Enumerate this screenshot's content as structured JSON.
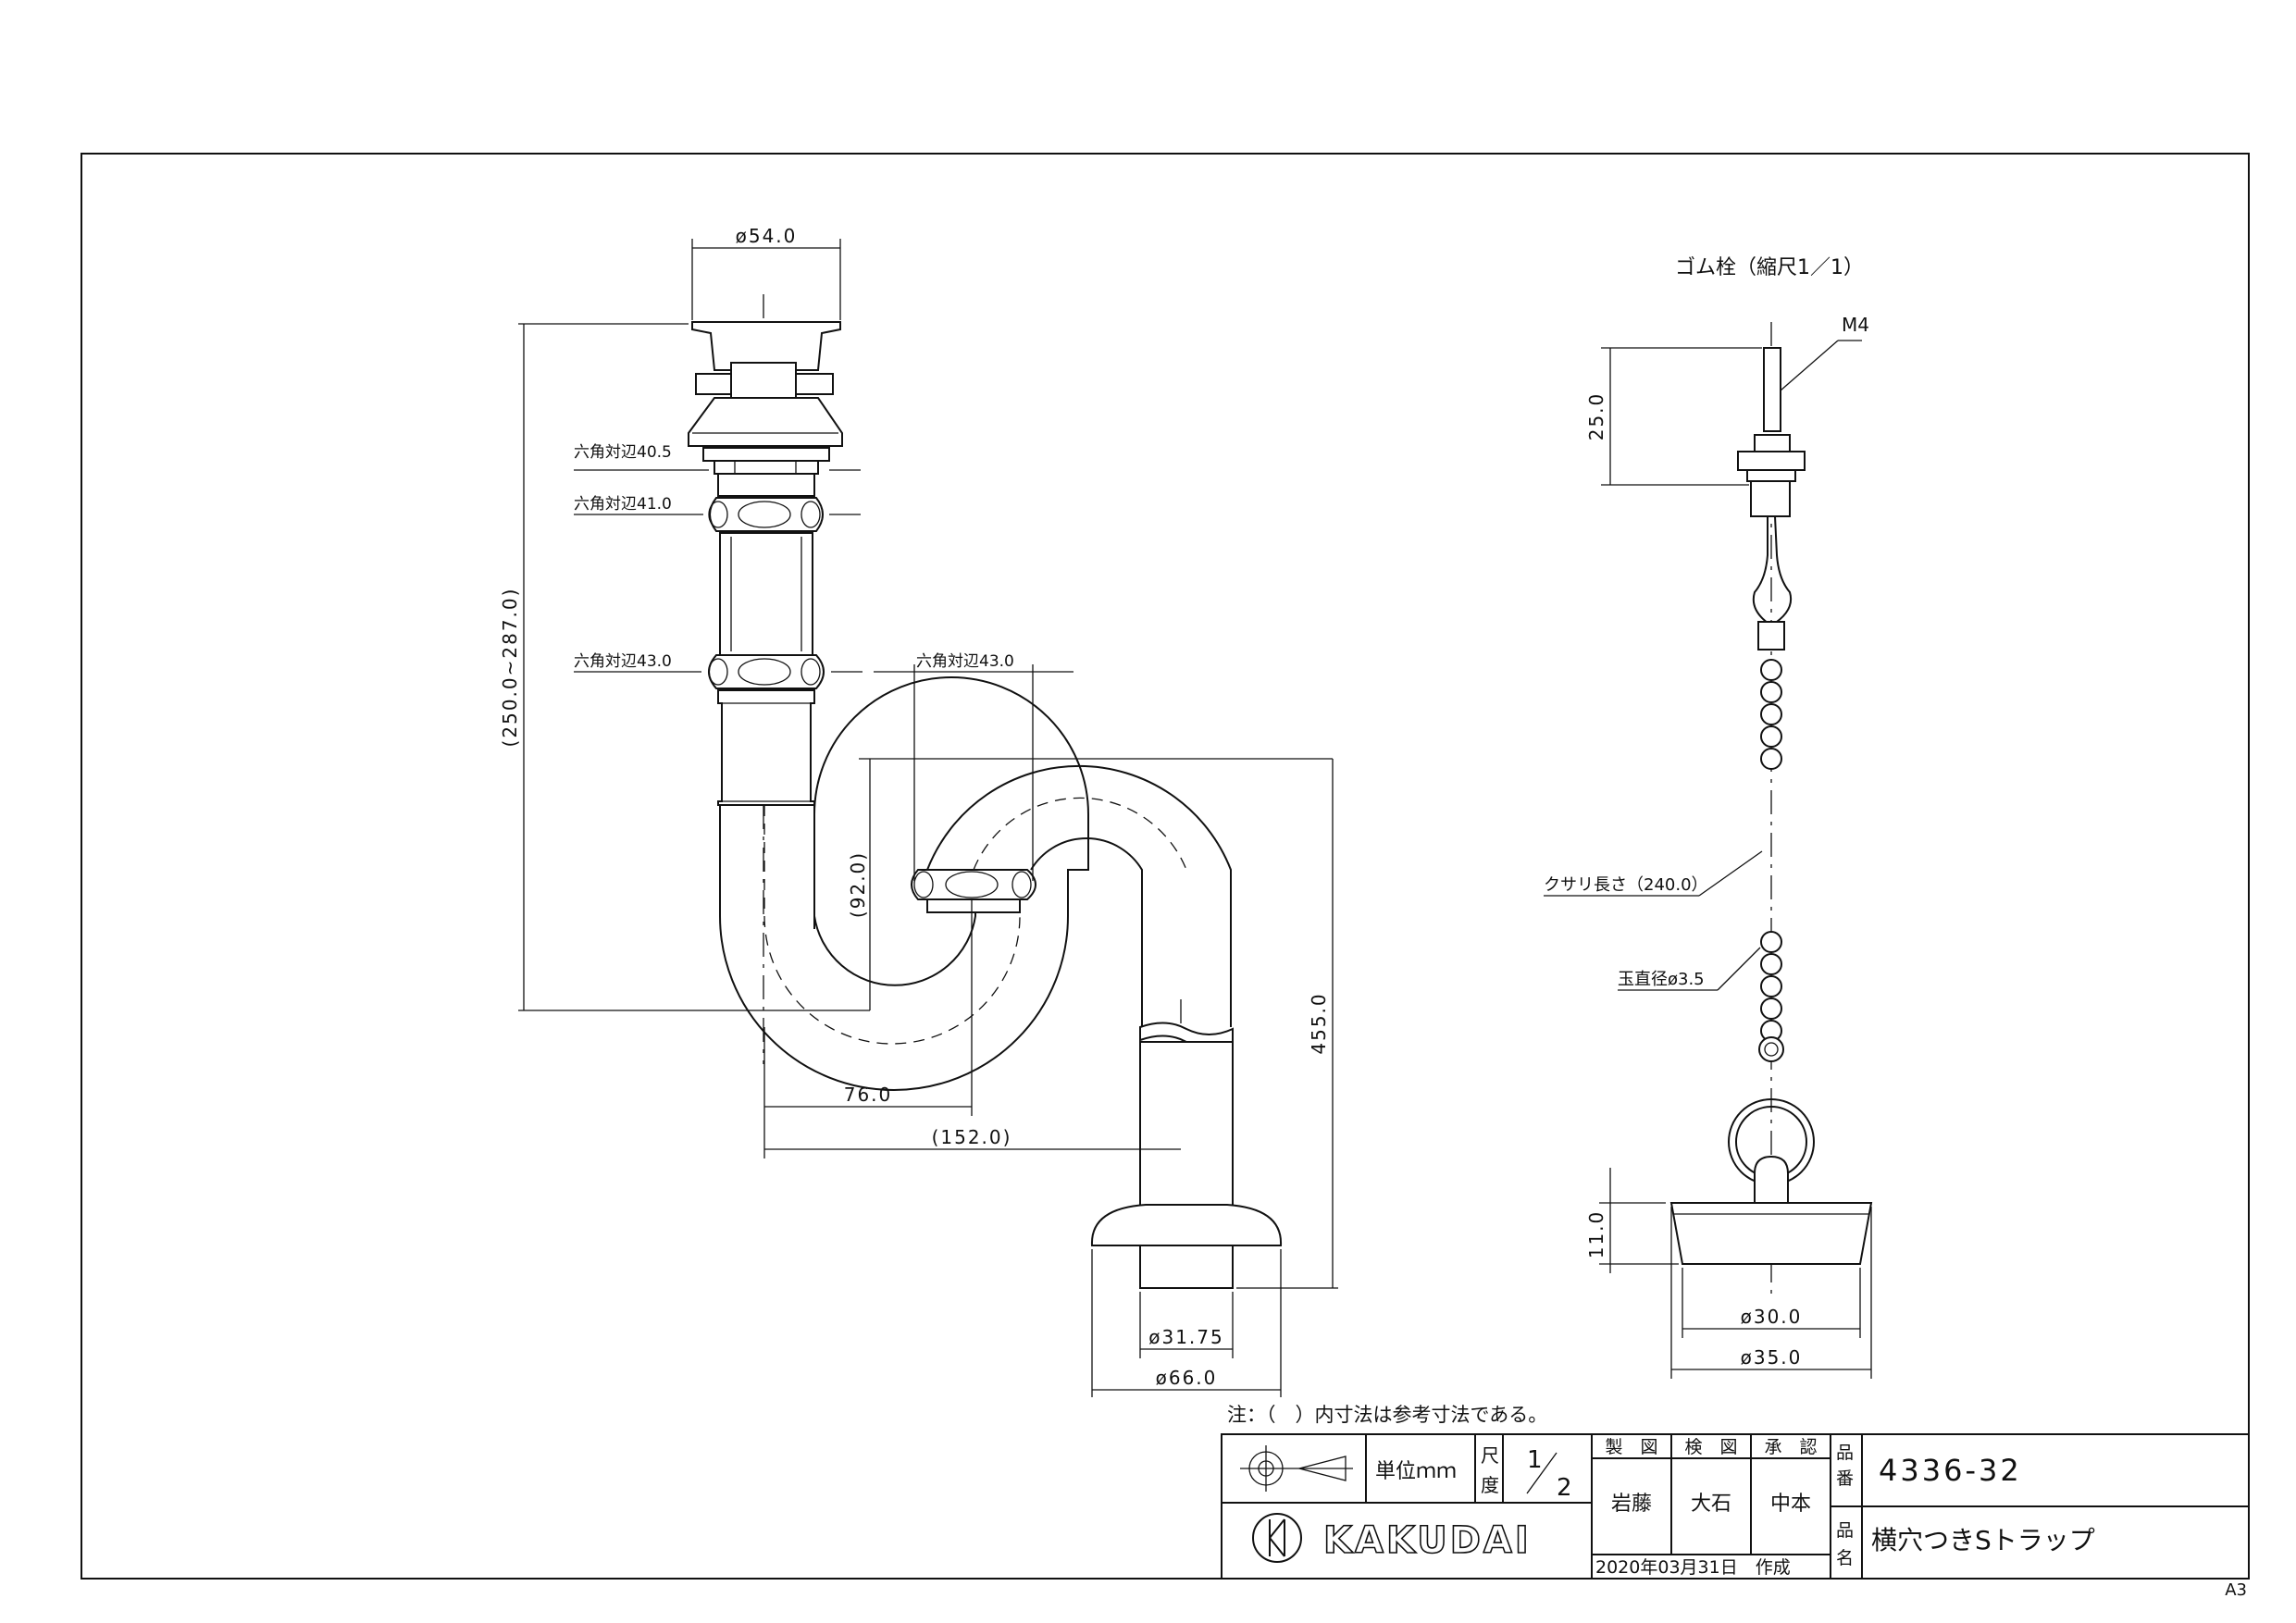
{
  "drawing": {
    "dimensions": {
      "top_diameter": "ø54.0",
      "hex1": "六角対辺40.5",
      "hex2": "六角対辺41.0",
      "hex3": "六角対辺43.0",
      "hex4": "六角対辺43.0",
      "overall_height": "(250.0~287.0)",
      "trap_depth": "(92.0)",
      "total_height": "455.0",
      "offset_76": "76.0",
      "offset_152": "(152.0)",
      "pipe_diameter": "ø31.75",
      "flange_diameter": "ø66.0"
    },
    "plug": {
      "title": "ゴム栓（縮尺1／1）",
      "thread": "M4",
      "thread_length": "25.0",
      "chain_length": "クサリ長さ（240.0）",
      "ball_diameter": "玉直径ø3.5",
      "plug_height": "11.0",
      "bottom_diameter": "ø30.0",
      "top_diameter": "ø35.0"
    },
    "note": "注：（　）内寸法は参考寸法である。"
  },
  "title_block": {
    "unit": "単位ｍｍ",
    "scale_label_1": "尺",
    "scale_label_2": "度",
    "scale_num": "1",
    "scale_den": "2",
    "drawn_label": "製　図",
    "checked_label": "検　図",
    "approved_label": "承　認",
    "drawn_by": "岩藤",
    "checked_by": "大石",
    "approved_by": "中本",
    "date": "2020年03月31日　作成",
    "part_no_label_1": "品",
    "part_no_label_2": "番",
    "part_no": "4336-32",
    "name_label_1": "品",
    "name_label_2": "名",
    "name": "横穴つきSトラップ",
    "company": "KAKUDAI",
    "sheet_size": "A3"
  }
}
